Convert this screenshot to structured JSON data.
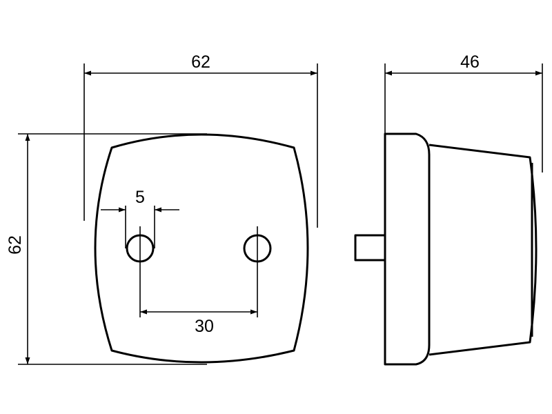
{
  "dimensions": {
    "front_width": "62",
    "front_height": "62",
    "hole_diameter": "5",
    "hole_spacing": "30",
    "side_depth": "46"
  },
  "style": {
    "line_color": "#000000",
    "background": "#ffffff"
  }
}
